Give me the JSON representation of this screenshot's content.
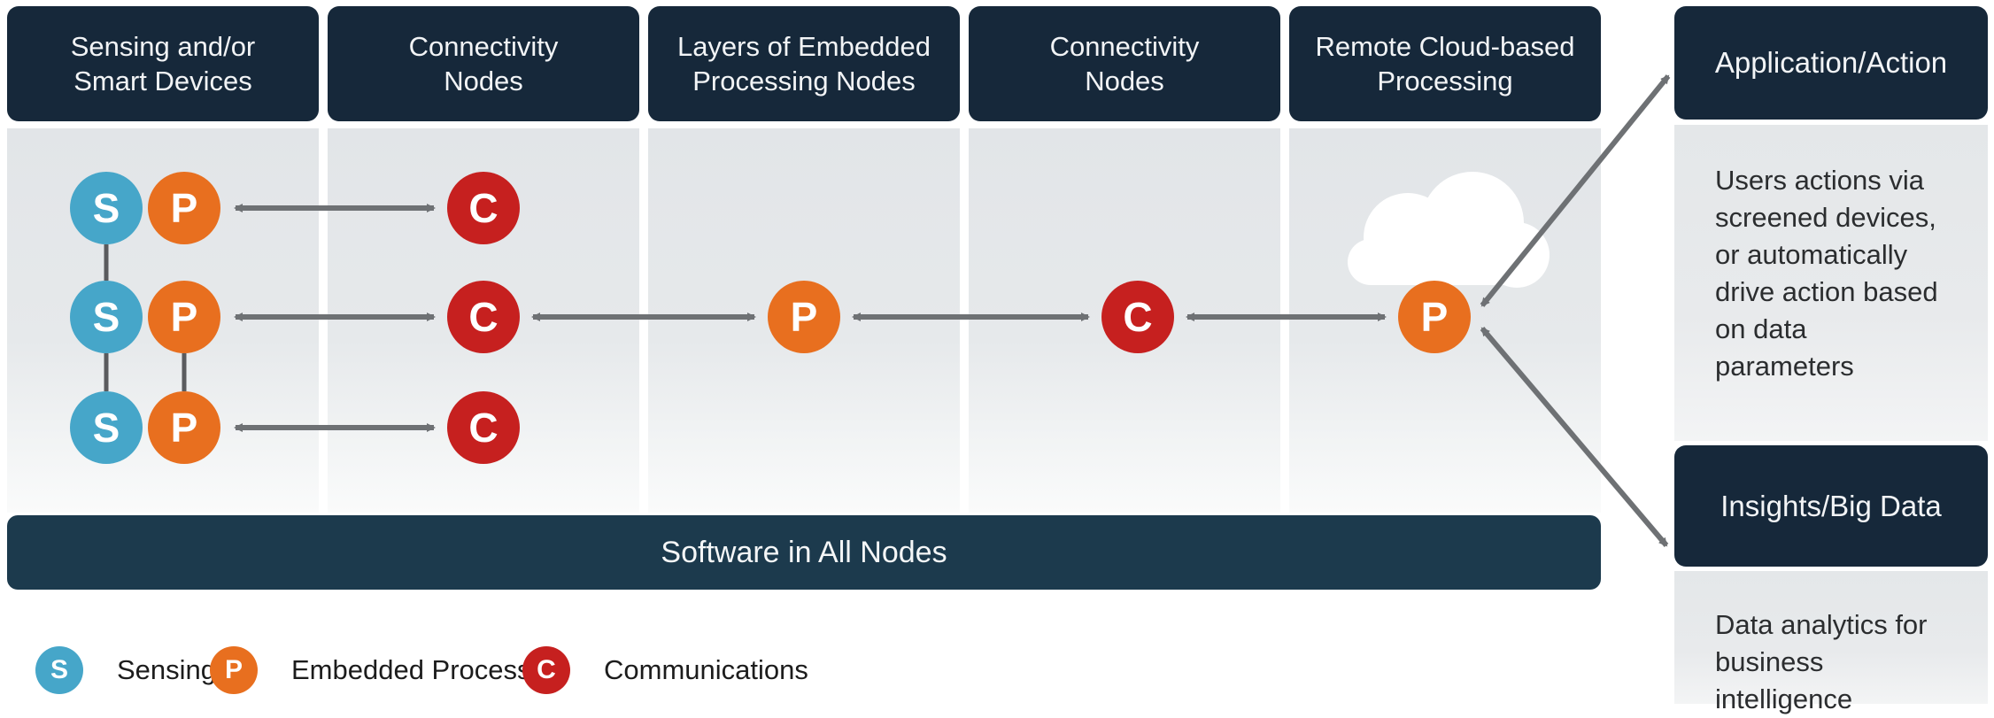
{
  "columns": [
    {
      "header": "Sensing and/or\nSmart Devices"
    },
    {
      "header": "Connectivity\nNodes"
    },
    {
      "header": "Layers of Embedded\nProcessing Nodes"
    },
    {
      "header": "Connectivity\nNodes"
    },
    {
      "header": "Remote Cloud-based\nProcessing"
    }
  ],
  "diagram_nodes": [
    {
      "letter": "S",
      "type": "sensing"
    },
    {
      "letter": "P",
      "type": "embedded-processing"
    },
    {
      "letter": "S",
      "type": "sensing"
    },
    {
      "letter": "P",
      "type": "embedded-processing"
    },
    {
      "letter": "S",
      "type": "sensing"
    },
    {
      "letter": "P",
      "type": "embedded-processing"
    },
    {
      "letter": "C",
      "type": "communications"
    },
    {
      "letter": "C",
      "type": "communications"
    },
    {
      "letter": "C",
      "type": "communications"
    },
    {
      "letter": "P",
      "type": "embedded-processing"
    },
    {
      "letter": "C",
      "type": "communications"
    },
    {
      "letter": "P",
      "type": "embedded-processing"
    }
  ],
  "software_bar": {
    "label": "Software in All Nodes"
  },
  "right_panel": {
    "application": {
      "title": "Application/Action",
      "body": "Users actions via\nscreened devices,\nor automatically\ndrive action based\non data\nparameters"
    },
    "insights": {
      "title": "Insights/Big Data",
      "body": "Data analytics for\nbusiness\nintelligence"
    }
  },
  "legend": [
    {
      "letter": "S",
      "label": "Sensing",
      "color": "#46a6c9"
    },
    {
      "letter": "P",
      "label": "Embedded Processing",
      "color": "#e86f1f"
    },
    {
      "letter": "C",
      "label": "Communications",
      "color": "#c6201f"
    }
  ],
  "colors": {
    "header_navy": "#16283a",
    "software_bar_navy": "#1c3a4d",
    "sensing_blue": "#46a6c9",
    "processing_orange": "#e86f1f",
    "communications_red": "#c6201f",
    "arrow_gray": "#6e7174",
    "column_gray": "#e2e5e8",
    "cloud_white": "#ffffff"
  }
}
